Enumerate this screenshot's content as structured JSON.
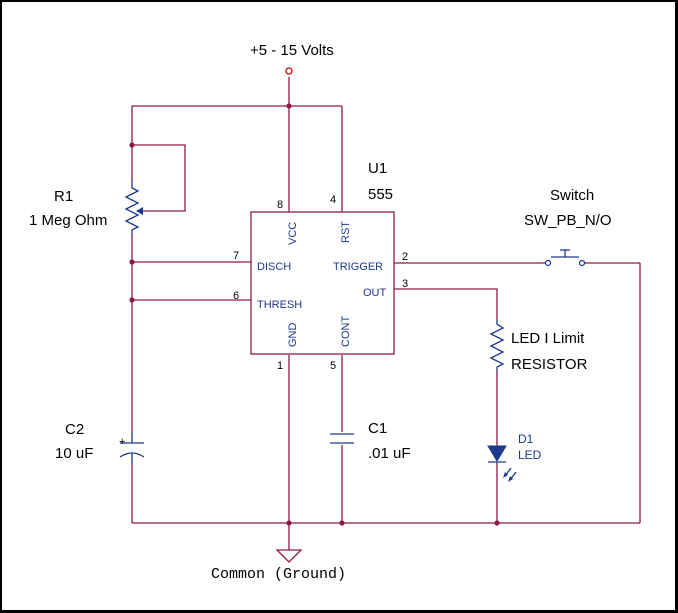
{
  "supply": {
    "label": "+5 - 15 Volts"
  },
  "ground": {
    "label": "Common (Ground)"
  },
  "u1": {
    "ref": "U1",
    "part": "555",
    "pins": {
      "vcc_num": "8",
      "rst_num": "4",
      "disch_num": "7",
      "thresh_num": "6",
      "trigger_num": "2",
      "out_num": "3",
      "gnd_num": "1",
      "cont_num": "5"
    },
    "pin_names": {
      "vcc": "VCC",
      "rst": "RST",
      "disch": "DISCH",
      "thresh": "THRESH",
      "trigger": "TRIGGER",
      "out": "OUT",
      "gnd": "GND",
      "cont": "CONT"
    }
  },
  "r1": {
    "ref": "R1",
    "value": "1 Meg Ohm"
  },
  "c2": {
    "ref": "C2",
    "value": "10 uF",
    "polarity": "+"
  },
  "c1": {
    "ref": "C1",
    "value": ".01 uF"
  },
  "switch": {
    "ref": "Switch",
    "part": "SW_PB_N/O"
  },
  "led_resistor": {
    "line1": "LED I Limit",
    "line2": "RESISTOR"
  },
  "d1": {
    "ref": "D1",
    "part": "LED"
  },
  "colors": {
    "wire": "#8b1a4a",
    "component": "#1d3a8a"
  }
}
